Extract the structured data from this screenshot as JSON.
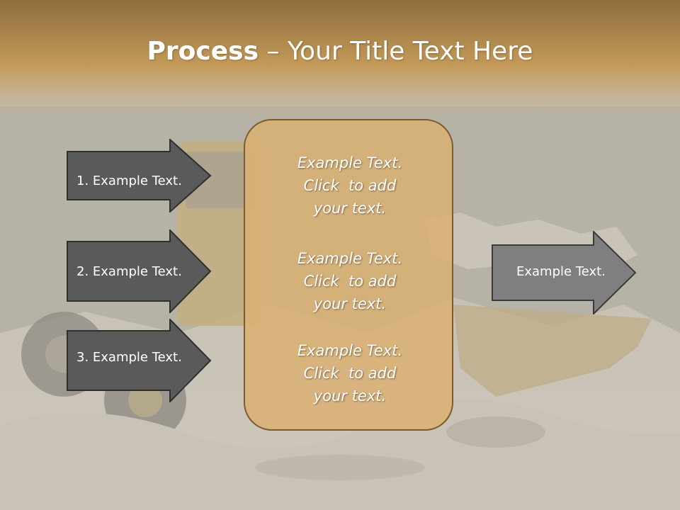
{
  "slide": {
    "title_bold": "Process",
    "title_rest": " – Your Title Text Here"
  },
  "left_arrows": [
    {
      "label": "1. Example Text."
    },
    {
      "label": "2. Example Text."
    },
    {
      "label": "3. Example Text."
    }
  ],
  "center_box": {
    "paragraphs": [
      {
        "lines": [
          "Example Text.",
          "Click  to add",
          "your text."
        ]
      },
      {
        "lines": [
          "Example Text.",
          "Click  to add",
          "your text."
        ]
      },
      {
        "lines": [
          "Example Text.",
          "Click  to add",
          "your text."
        ]
      }
    ]
  },
  "right_arrow": {
    "label": "Example Text."
  },
  "colors": {
    "header_band": "#b38a4a",
    "center_box_fill": "#d9b074",
    "left_arrow_fill": "#5a5a5a",
    "right_arrow_fill": "#7f7f7f"
  }
}
